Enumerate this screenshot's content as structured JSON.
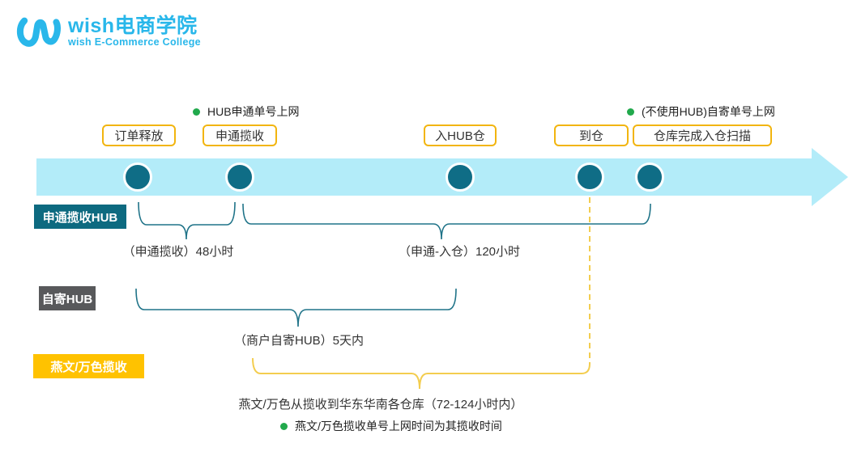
{
  "logo": {
    "brand": "wish电商学院",
    "subtitle": "wish E-Commerce College",
    "color": "#29b7ea"
  },
  "colors": {
    "band": "#b3ecf9",
    "dot": "#0f6d86",
    "event_box_border": "#f2b50f",
    "brace_teal": "#1f7388",
    "brace_yellow": "#f3cd4f",
    "bullet_green": "#21a94c",
    "badge_teal": "#0d6a80",
    "badge_gray": "#58595b",
    "badge_yellow": "#ffc200",
    "text": "#333333"
  },
  "timeline": {
    "events": [
      {
        "label": "订单释放"
      },
      {
        "label": "申通揽收"
      },
      {
        "label": "入HUB仓"
      },
      {
        "label": "到仓"
      },
      {
        "label": "仓库完成入仓扫描"
      }
    ],
    "callouts": [
      {
        "text": "HUB申通单号上网"
      },
      {
        "text": "(不使用HUB)自寄单号上网"
      }
    ]
  },
  "lanes": [
    {
      "badge": "申通揽收HUB",
      "durations": [
        "（申通揽收）48小时",
        "（申通-入仓）120小时"
      ]
    },
    {
      "badge": "自寄HUB",
      "durations": [
        "（商户自寄HUB）5天内"
      ]
    },
    {
      "badge": "燕文/万色揽收",
      "durations": [
        "燕文/万色从揽收到华东华南各仓库（72-124小时内）"
      ],
      "note": "燕文/万色揽收单号上网时间为其揽收时间"
    }
  ]
}
